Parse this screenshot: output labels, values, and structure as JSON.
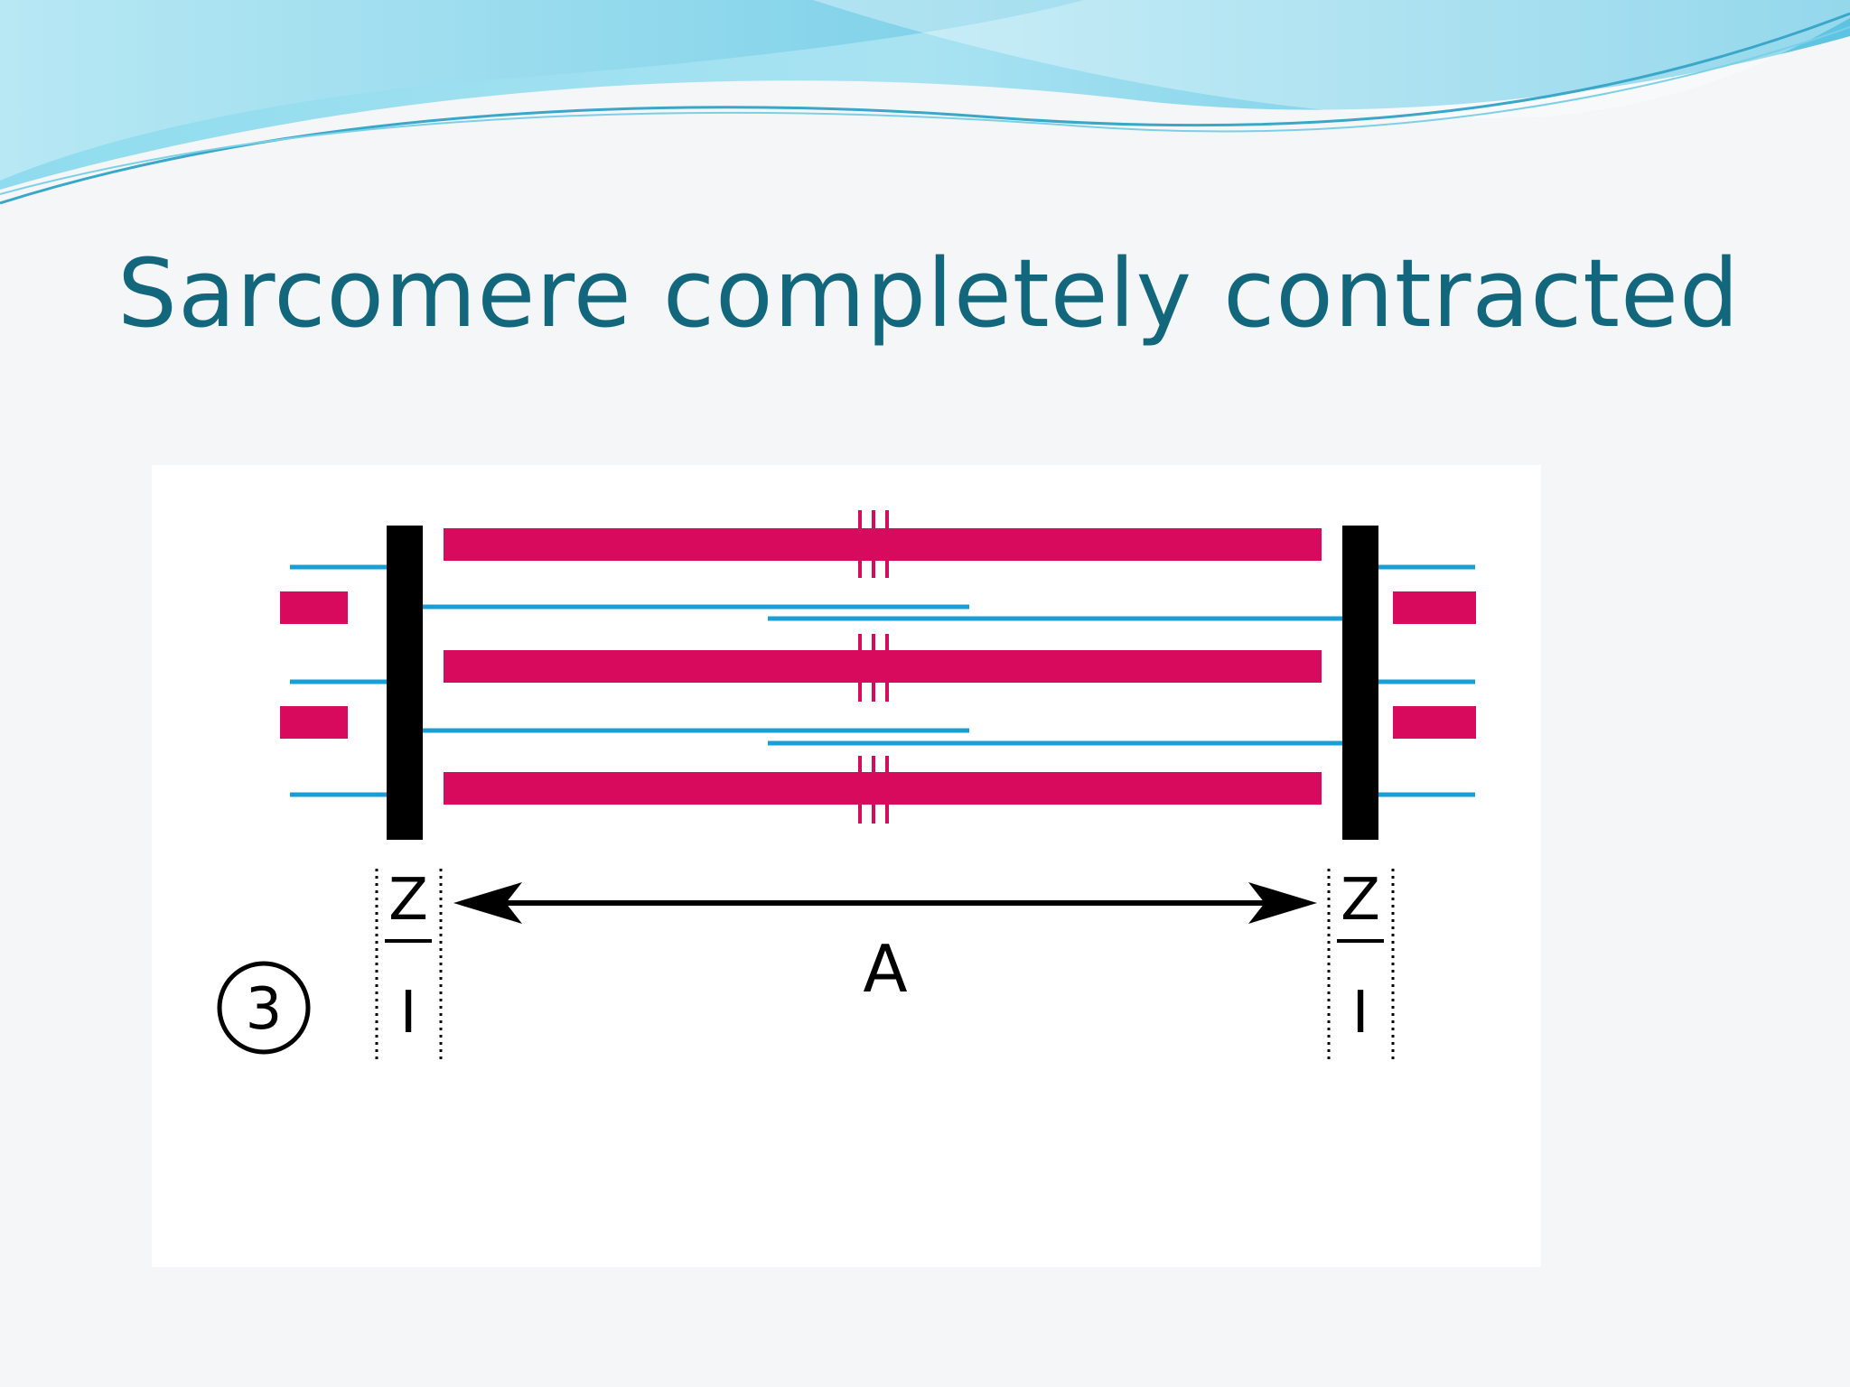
{
  "slide": {
    "title": "Sarcomere completely contracted"
  },
  "diagram": {
    "step_number": "3",
    "z_label": "Z",
    "i_label": "I",
    "a_label": "A"
  },
  "colors": {
    "title": "#13677d",
    "myosin": "#d80a5e",
    "actin": "#1a9fd4",
    "z_disc": "#000000",
    "wave_light": "#7fd3ea",
    "wave_mid": "#4fb6d8"
  }
}
